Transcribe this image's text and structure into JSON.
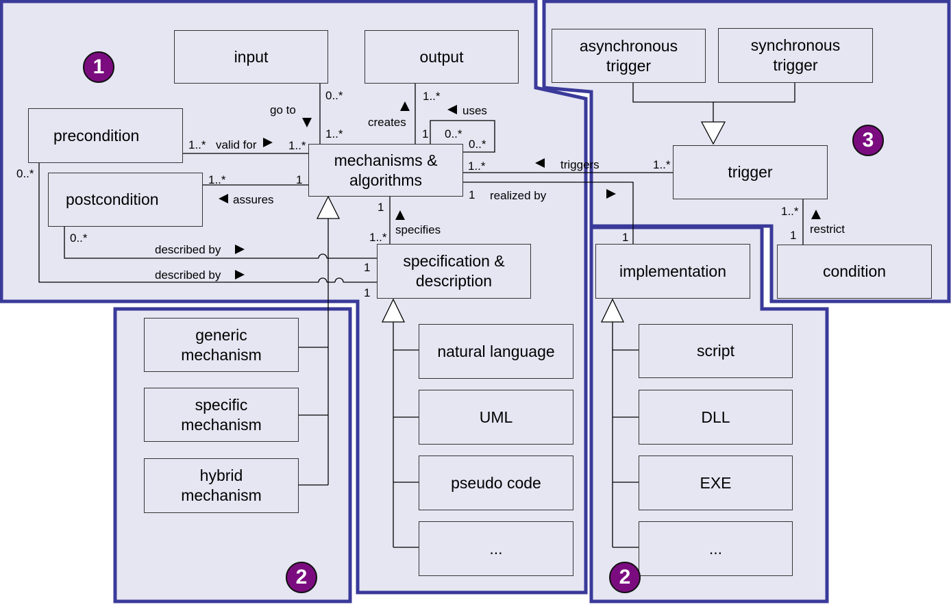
{
  "colors": {
    "region_fill": "#e5e6f2",
    "region_border": "#3a3a9a",
    "badge_fill": "#7b0c7f",
    "line": "#000000"
  },
  "classes": {
    "input": "input",
    "output": "output",
    "precondition": "precondition",
    "postcondition": "postcondition",
    "mechanisms": "mechanisms &\nalgorithms",
    "specification": "specification &\ndescription",
    "implementation": "implementation",
    "async_trigger": "asynchronous\ntrigger",
    "sync_trigger": "synchronous\ntrigger",
    "trigger": "trigger",
    "condition": "condition",
    "generic": "generic\nmechanism",
    "specific": "specific\nmechanism",
    "hybrid": "hybrid\nmechanism",
    "natural_language": "natural language",
    "uml": "UML",
    "pseudo_code": "pseudo code",
    "spec_more": "...",
    "script": "script",
    "dll": "DLL",
    "exe": "EXE",
    "impl_more": "..."
  },
  "associations": {
    "go_to": "go to",
    "creates": "creates",
    "uses": "uses",
    "valid_for": "valid for",
    "assures": "assures",
    "described_by_1": "described by",
    "described_by_2": "described by",
    "specifies": "specifies",
    "triggers": "triggers",
    "realized_by": "realized by",
    "restrict": "restrict"
  },
  "multiplicities": {
    "input_end": "0..*",
    "input_mech": "1..*",
    "output_end": "1..*",
    "output_mech": "1",
    "uses_a": "0..*",
    "uses_b": "0..*",
    "pre_valid": "1..*",
    "mech_valid": "1..*",
    "pre_desc": "0..*",
    "post_assures": "1..*",
    "mech_assures": "1",
    "post_desc": "0..*",
    "desc_1": "1",
    "desc_2": "1",
    "mech_spec": "1",
    "spec_mech": "1..*",
    "mech_triggers": "1..*",
    "trigger_mech": "1..*",
    "mech_realized": "1",
    "impl_realized": "1",
    "trigger_restrict": "1..*",
    "condition_restrict": "1"
  },
  "badges": {
    "one": "1",
    "three": "3",
    "two_left": "2",
    "two_right": "2"
  }
}
